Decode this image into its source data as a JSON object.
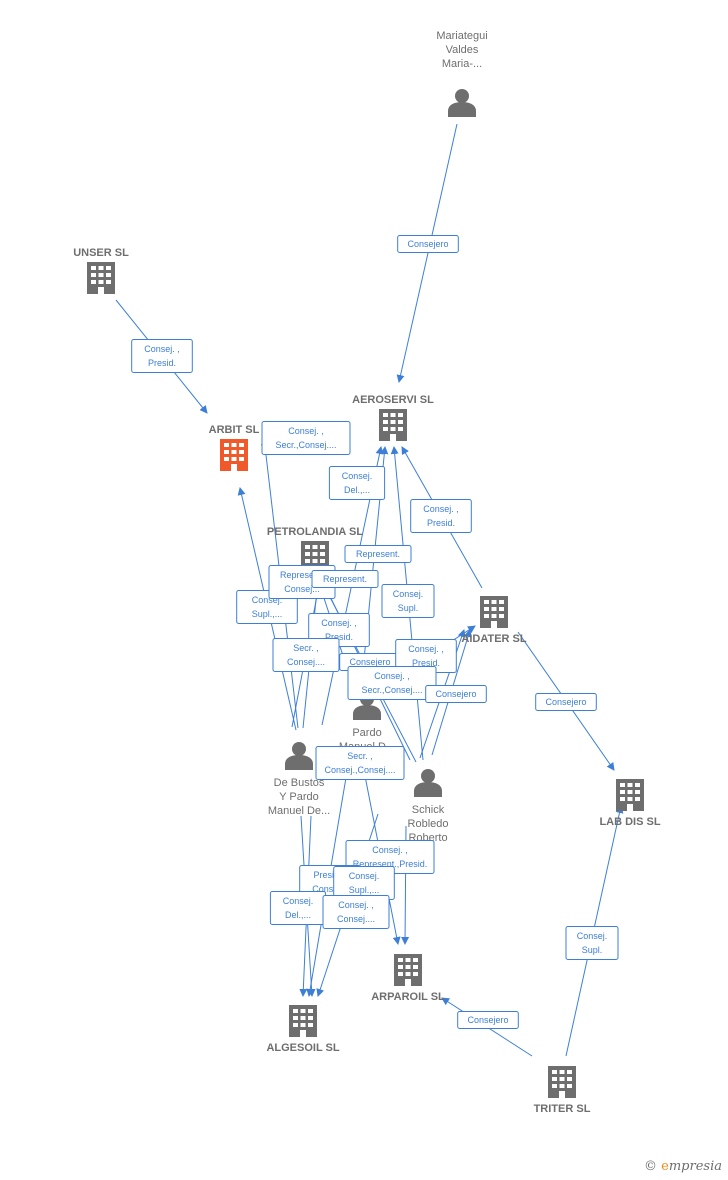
{
  "colors": {
    "edge": "#3d7fd6",
    "node": "#6e6e6e",
    "highlight": "#f0592a"
  },
  "nodes": [
    {
      "id": "mariategui",
      "type": "person",
      "label": [
        "Mariategui",
        "Valdes",
        "Maria-..."
      ]
    },
    {
      "id": "unser",
      "type": "company",
      "label": [
        "UNSER SL"
      ]
    },
    {
      "id": "arbit",
      "type": "company",
      "highlight": true,
      "label": [
        "ARBIT SL"
      ]
    },
    {
      "id": "aeroservi",
      "type": "company",
      "label": [
        "AEROSERVI SL"
      ]
    },
    {
      "id": "petrolandia",
      "type": "company",
      "label": [
        "PETROLANDIA SL"
      ]
    },
    {
      "id": "aidater",
      "type": "company",
      "label": [
        "AIDATER SL"
      ]
    },
    {
      "id": "labdis",
      "type": "company",
      "label": [
        "LAB DIS SL"
      ]
    },
    {
      "id": "pardo",
      "type": "person",
      "label": [
        "Pardo",
        "Manuel D..."
      ]
    },
    {
      "id": "debustos",
      "type": "person",
      "label": [
        "De Bustos",
        "Y Pardo",
        "Manuel De..."
      ]
    },
    {
      "id": "schick",
      "type": "person",
      "label": [
        "Schick",
        "Robledo",
        "Roberto"
      ]
    },
    {
      "id": "arparoil",
      "type": "company",
      "label": [
        "ARPAROIL SL"
      ]
    },
    {
      "id": "algesoil",
      "type": "company",
      "label": [
        "ALGESOIL SL"
      ]
    },
    {
      "id": "triter",
      "type": "company",
      "label": [
        "TRITER SL"
      ]
    }
  ],
  "edges": [
    {
      "from": "mariategui",
      "to": "aeroservi",
      "label": [
        "Consejero"
      ]
    },
    {
      "from": "unser",
      "to": "arbit",
      "label": [
        "Consej. ,",
        "Presid."
      ]
    },
    {
      "from": "debustos",
      "to": "arbit",
      "label": [
        "Consej. ,",
        "Secr.,Consej...."
      ]
    },
    {
      "from": "pardo",
      "to": "arbit",
      "label": [
        "Consej.",
        "Supl.,..."
      ]
    },
    {
      "from": "debustos",
      "to": "aeroservi",
      "label": [
        "Consej.",
        "Del.,..."
      ]
    },
    {
      "from": "aidater",
      "to": "aeroservi",
      "label": [
        "Consej. ,",
        "Presid."
      ]
    },
    {
      "from": "pardo",
      "to": "aeroservi",
      "label": [
        "Represent."
      ]
    },
    {
      "from": "debustos",
      "to": "petrolandia",
      "label": [
        "Represent.",
        "Consej..."
      ]
    },
    {
      "from": "schick",
      "to": "petrolandia",
      "label": [
        "Represent."
      ]
    },
    {
      "from": "schick",
      "to": "aeroservi",
      "label": [
        "Consej.",
        "Supl."
      ]
    },
    {
      "from": "pardo",
      "to": "petrolandia",
      "label": [
        "Consej. ,",
        "Presid."
      ]
    },
    {
      "from": "debustos",
      "to": "petrolandia",
      "label": [
        "Secr. ,",
        "Consej...."
      ]
    },
    {
      "from": "schick",
      "to": "aidater",
      "label": [
        "Consejero"
      ]
    },
    {
      "from": "pardo",
      "to": "aidater",
      "label": [
        "Consej. ,",
        "Presid."
      ]
    },
    {
      "from": "schick",
      "to": "petrolandia",
      "label": [
        "Consej. ,",
        "Secr.,Consej...."
      ]
    },
    {
      "from": "pardo",
      "to": "aidater",
      "label": [
        "Consejero"
      ]
    },
    {
      "from": "aidater",
      "to": "labdis",
      "label": [
        "Consejero"
      ]
    },
    {
      "from": "debustos",
      "to": "arparoil",
      "label": [
        "Secr. ,",
        "Consej.,Consej...."
      ]
    },
    {
      "from": "schick",
      "to": "arparoil",
      "label": [
        "Consej. ,",
        "Represent.,Presid."
      ]
    },
    {
      "from": "pardo",
      "to": "algesoil",
      "label": [
        "Presid...",
        "Consej..."
      ]
    },
    {
      "from": "debustos",
      "to": "algesoil",
      "label": [
        "Consej.",
        "Supl.,..."
      ]
    },
    {
      "from": "debustos",
      "to": "algesoil",
      "label": [
        "Consej.",
        "Del.,..."
      ]
    },
    {
      "from": "schick",
      "to": "algesoil",
      "label": [
        "Consej. ,",
        "Consej...."
      ]
    },
    {
      "from": "triter",
      "to": "arparoil",
      "label": [
        "Consejero"
      ]
    },
    {
      "from": "triter",
      "to": "labdis",
      "label": [
        "Consej.",
        "Supl."
      ]
    }
  ],
  "footer": {
    "copyright": "©",
    "brand_initial": "e",
    "brand_rest": "mpresia"
  }
}
